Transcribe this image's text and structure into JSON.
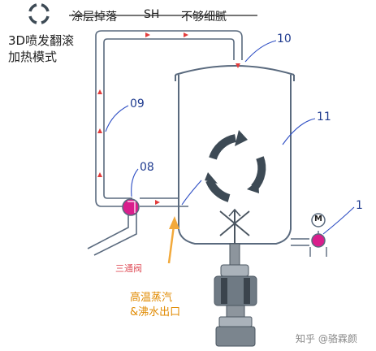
{
  "legend": {
    "items": [
      "涂层掉落",
      "SH",
      "不够细腻"
    ]
  },
  "mode_label": [
    "3D喷发翻滚",
    "加热模式"
  ],
  "callouts": {
    "pipe_return": "10",
    "pipe_riser": "09",
    "pump": "08",
    "vessel": "11",
    "motor_valve": "1"
  },
  "three_way_valve": "三通阀",
  "outlet_label": [
    "高温蒸汽",
    "&沸水出口"
  ],
  "motor_symbol": "M",
  "watermark": "知乎 @骆霖颜",
  "colors": {
    "pipe_stroke": "#5a6a7e",
    "pipe_fill": "#ffffff",
    "flow_arrow": "#e23c3c",
    "callout_line": "#2f4fc4",
    "pump_fill": "#d91e8c",
    "orange_arrow": "#f2a93b",
    "rotation_arrows": "#3d4a55"
  }
}
